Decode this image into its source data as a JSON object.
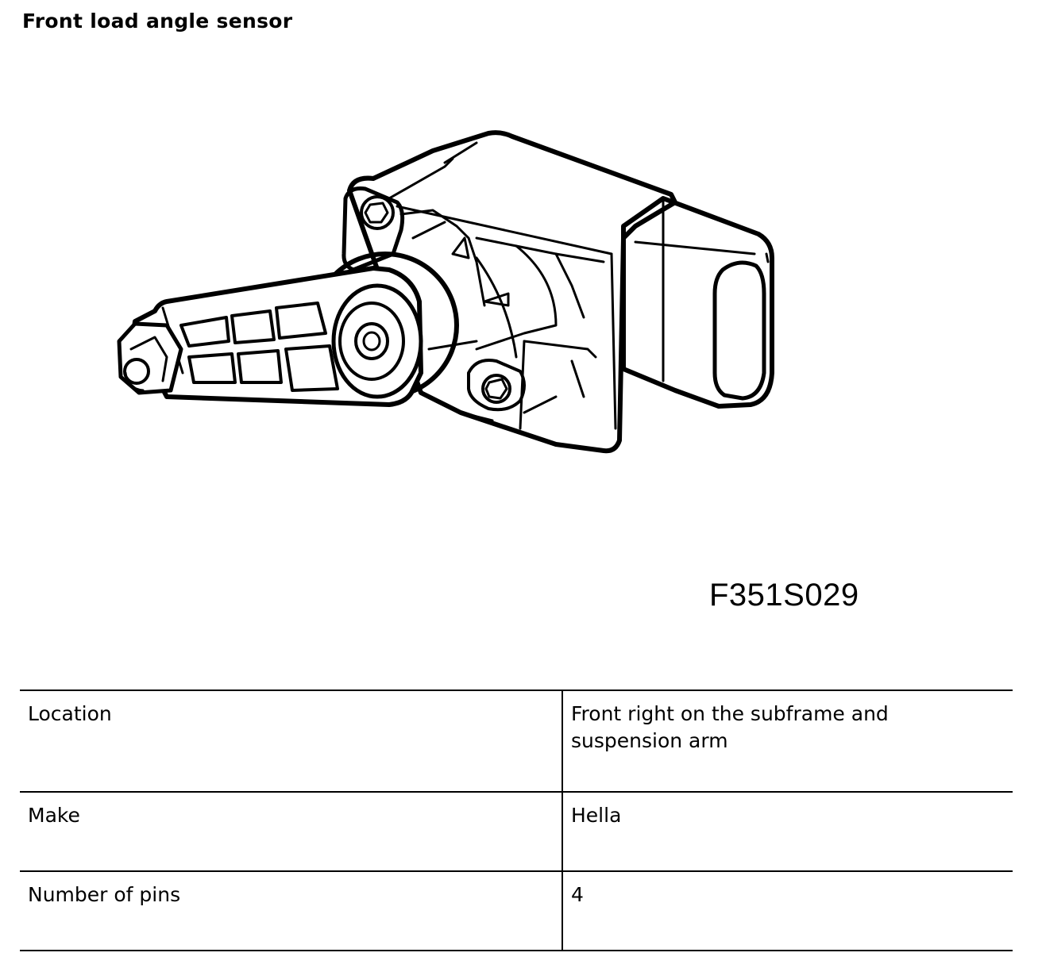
{
  "title": "Front load angle sensor",
  "figure": {
    "code": "F351S029",
    "icon": "load-angle-sensor-illustration"
  },
  "specs": [
    {
      "label": "Location",
      "value": "Front right on the subframe and suspension arm"
    },
    {
      "label": "Make",
      "value": "Hella"
    },
    {
      "label": "Number of pins",
      "value": "4"
    }
  ]
}
